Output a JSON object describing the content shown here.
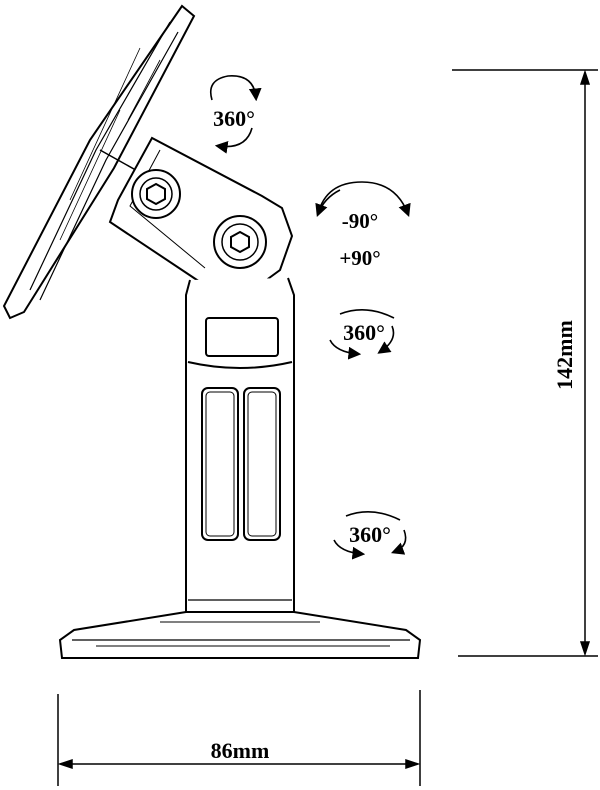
{
  "rotation_labels": {
    "mount_plate": "360°",
    "tilt_minus": "-90°",
    "tilt_plus": "+90°",
    "column_upper": "360°",
    "column_lower": "360°"
  },
  "dimensions": {
    "height": "142mm",
    "width": "86mm"
  },
  "colors": {
    "line": "#000000",
    "background": "#ffffff"
  }
}
